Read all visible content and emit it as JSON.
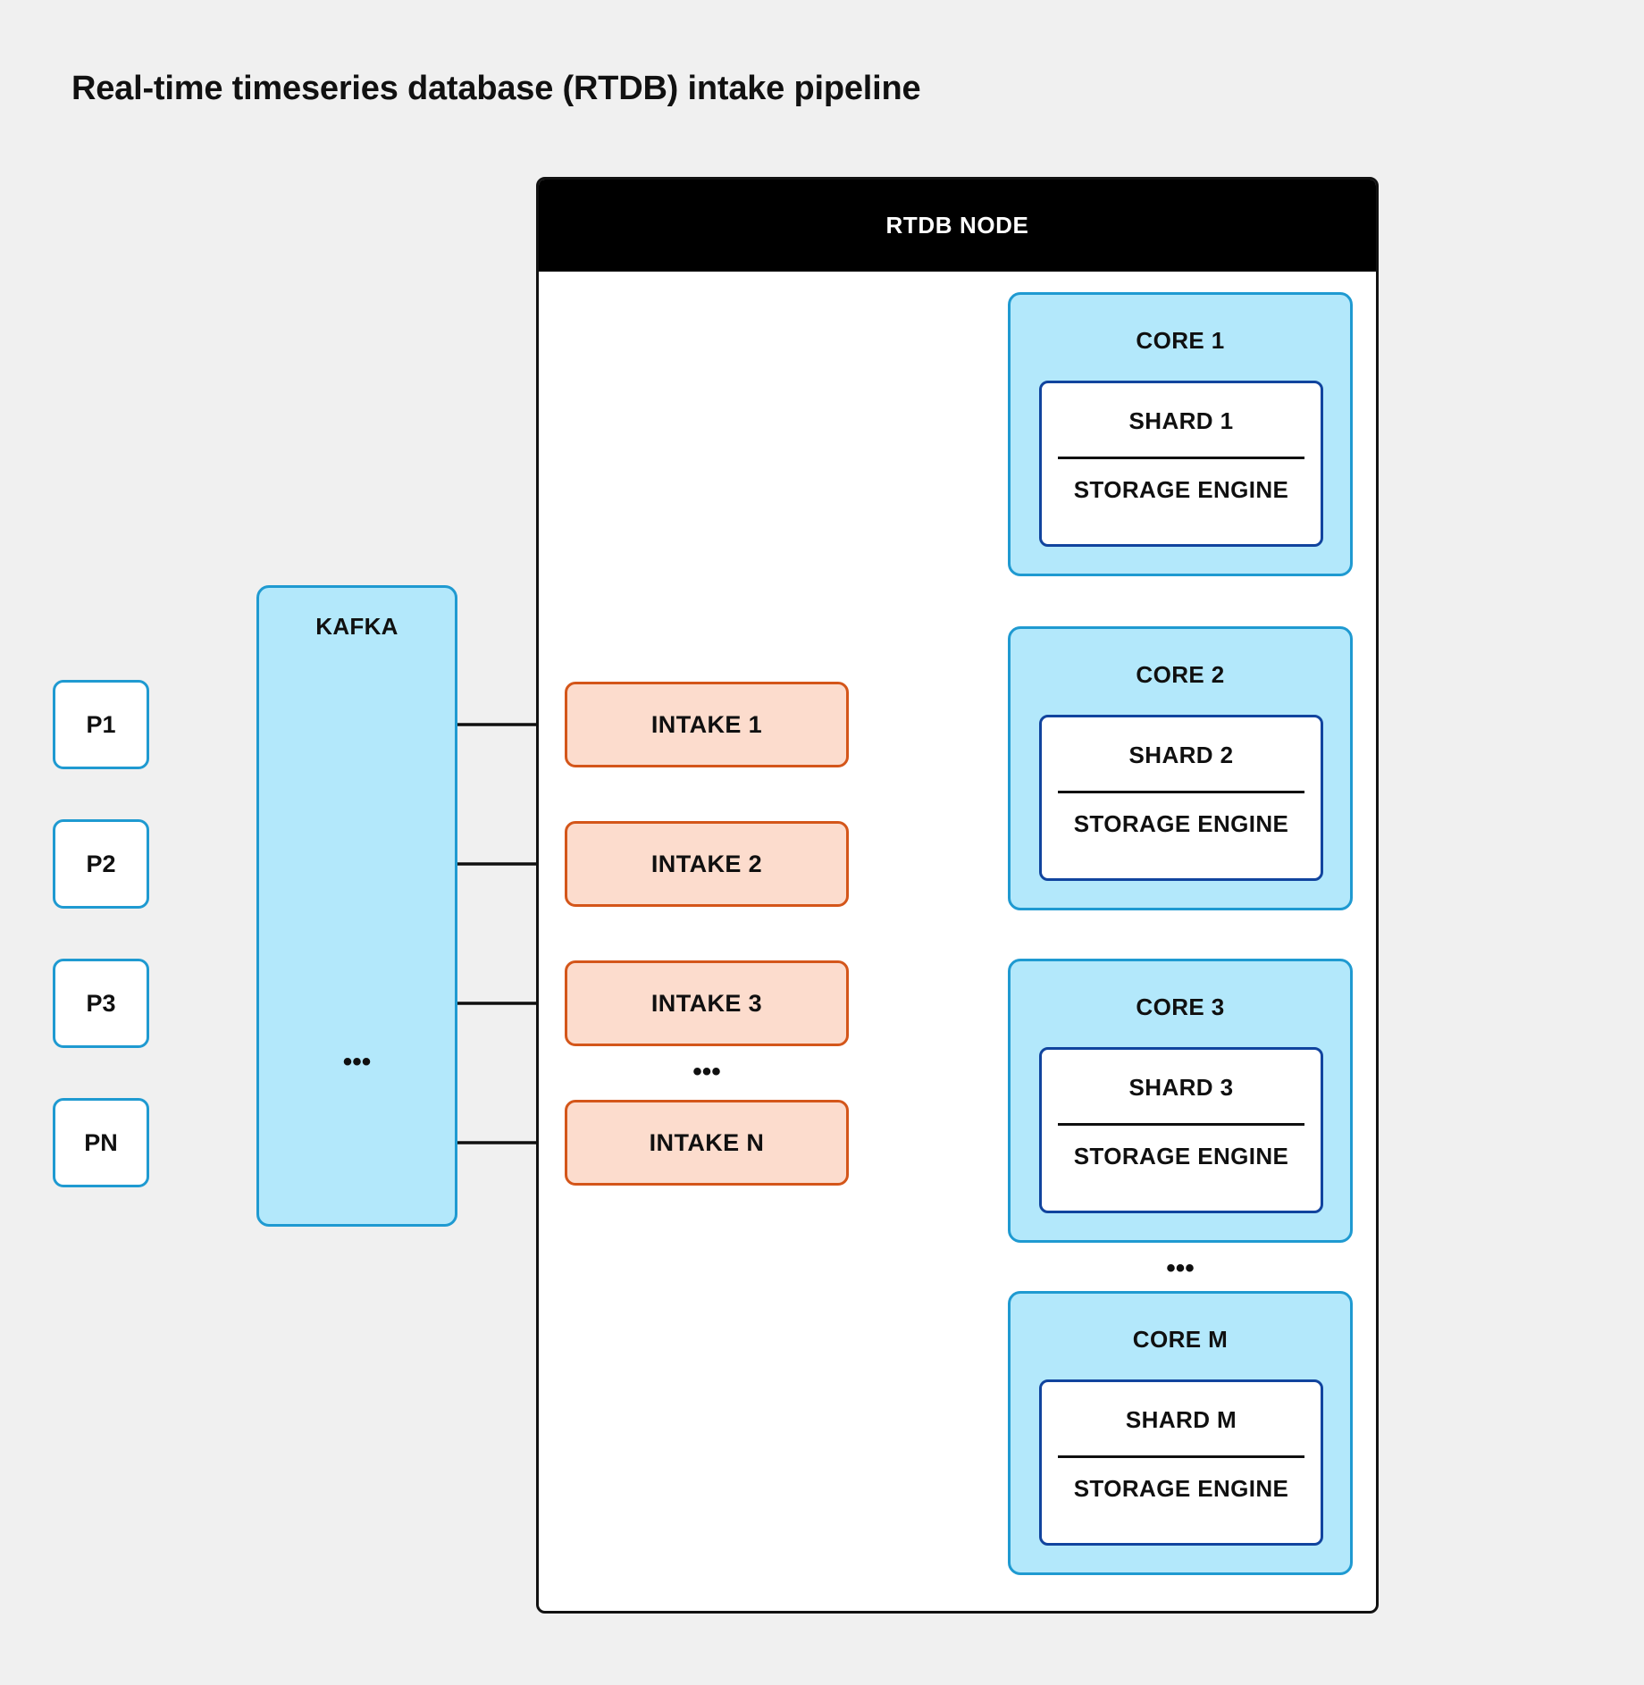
{
  "title": "Real-time timeseries database (RTDB) intake pipeline",
  "colors": {
    "background": "#f0f0f0",
    "kafka_fill": "#b3e8fb",
    "kafka_border": "#1f9ad1",
    "intake_fill": "#fcdccd",
    "intake_border": "#d4561a",
    "core_fill": "#b3e8fb",
    "core_border": "#1f9ad1",
    "shard_border": "#11449e",
    "node_header_bg": "#000000",
    "node_header_text": "#ffffff",
    "wire": "#101010"
  },
  "kafka": {
    "label": "KAFKA",
    "ellipsis": "•••",
    "partitions": [
      {
        "label": "P1"
      },
      {
        "label": "P2"
      },
      {
        "label": "P3"
      },
      {
        "label": "PN"
      }
    ]
  },
  "rtdb_node": {
    "header_label": "RTDB NODE",
    "intake_ellipsis": "•••",
    "core_ellipsis": "•••",
    "intakes": [
      {
        "label": "INTAKE 1"
      },
      {
        "label": "INTAKE 2"
      },
      {
        "label": "INTAKE 3"
      },
      {
        "label": "INTAKE N"
      }
    ],
    "cores": [
      {
        "label": "CORE 1",
        "shard": "SHARD 1",
        "engine": "STORAGE ENGINE"
      },
      {
        "label": "CORE 2",
        "shard": "SHARD 2",
        "engine": "STORAGE ENGINE"
      },
      {
        "label": "CORE 3",
        "shard": "SHARD 3",
        "engine": "STORAGE ENGINE"
      },
      {
        "label": "CORE M",
        "shard": "SHARD M",
        "engine": "STORAGE ENGINE"
      }
    ]
  }
}
